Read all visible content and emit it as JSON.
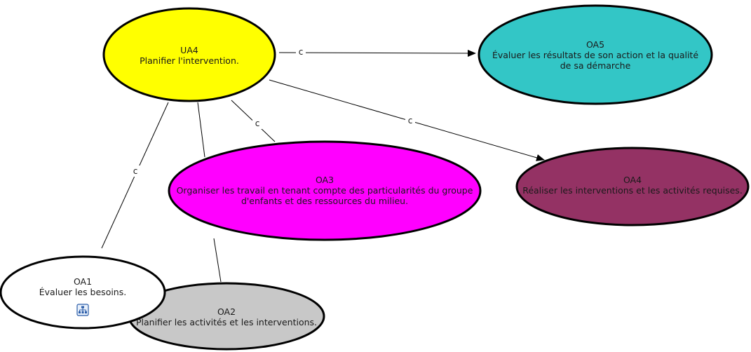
{
  "nodes": {
    "ua4": {
      "lines": [
        "UA4",
        "Planifier l'intervention."
      ],
      "color": "#ffff00"
    },
    "oa5": {
      "lines": [
        "OA5",
        "Évaluer les résultats de son action et la qualité",
        "de sa démarche"
      ],
      "color": "#33c6c6"
    },
    "oa3": {
      "lines": [
        "OA3",
        "Organiser les travail en tenant compte des particularités du groupe",
        "d'enfants et des ressources du milieu."
      ],
      "color": "#ff00ff"
    },
    "oa4": {
      "lines": [
        "OA4",
        "Réaliser les interventions et les activités requises."
      ],
      "color": "#943264"
    },
    "oa1": {
      "lines": [
        "OA1",
        "Évaluer les besoins."
      ],
      "color": "#ffffff"
    },
    "oa2": {
      "lines": [
        "OA2",
        "Planifier les activités et les interventions."
      ],
      "color": "#c8c8c8"
    }
  },
  "edges": {
    "ua4_oa5": {
      "label": "c"
    },
    "ua4_oa4": {
      "label": "c"
    },
    "ua4_oa3": {
      "label": "c"
    },
    "ua4_oa1": {
      "label": "c"
    },
    "ua4_oa2": {
      "label": ""
    }
  },
  "icons": {
    "oa1_icon": "hierarchy-icon"
  }
}
